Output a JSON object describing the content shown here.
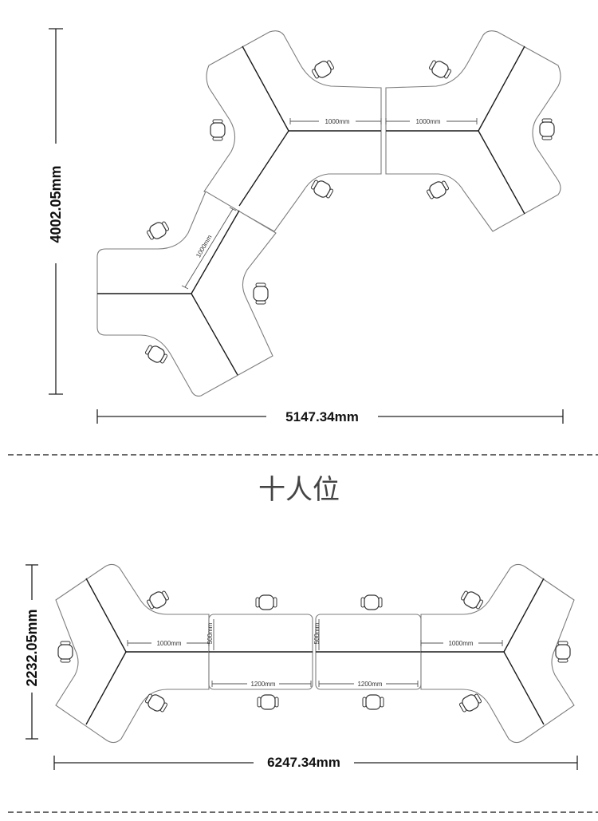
{
  "title": "十人位",
  "top_layout": {
    "height_label": "4002.05mm",
    "width_label": "5147.34mm",
    "segment_labels": [
      "1000mm",
      "1000mm",
      "1000mm"
    ]
  },
  "bottom_layout": {
    "height_label": "2232.05mm",
    "width_label": "6247.34mm",
    "segment_labels": [
      "1000mm",
      "1000mm",
      "1200mm",
      "1200mm",
      "500mm",
      "500mm"
    ]
  },
  "colors": {
    "desk_outline": "#7d7d7d",
    "divider": "#1a1a1a",
    "dashed_separator": "#6a6a6a",
    "title": "#444444"
  },
  "icons": [
    "chair-icon"
  ]
}
